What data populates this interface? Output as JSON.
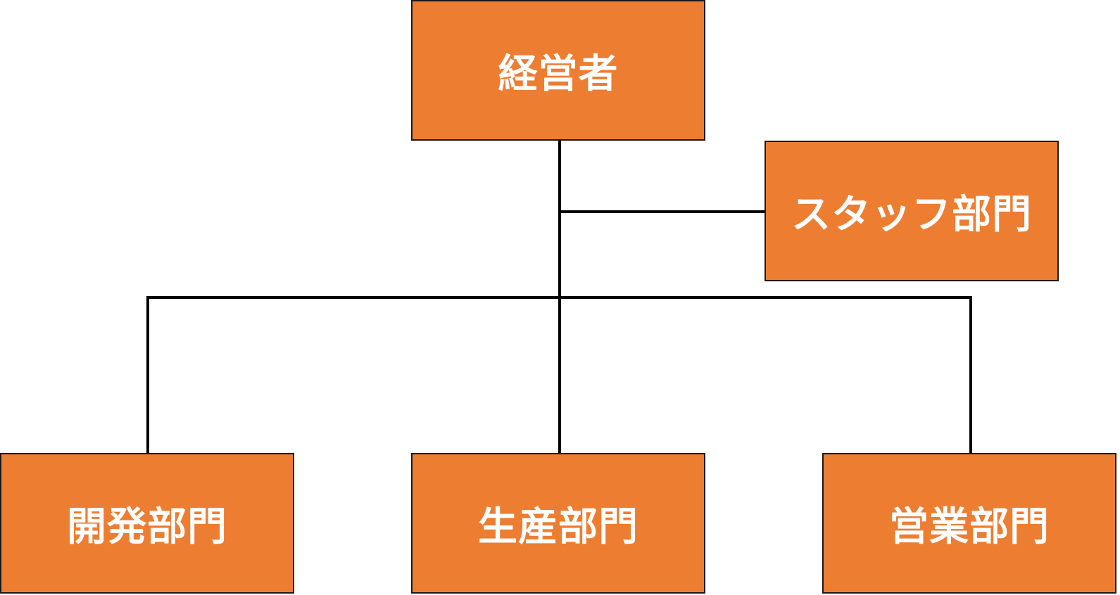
{
  "colors": {
    "box_fill": "#ED7D31",
    "box_border": "#1a1a1a",
    "box_text": "#FFFFFF",
    "line": "#000000"
  },
  "nodes": {
    "ceo": {
      "label": "経営者"
    },
    "staff": {
      "label": "スタッフ部門"
    },
    "development": {
      "label": "開発部門"
    },
    "production": {
      "label": "生産部門"
    },
    "sales": {
      "label": "営業部門"
    }
  }
}
